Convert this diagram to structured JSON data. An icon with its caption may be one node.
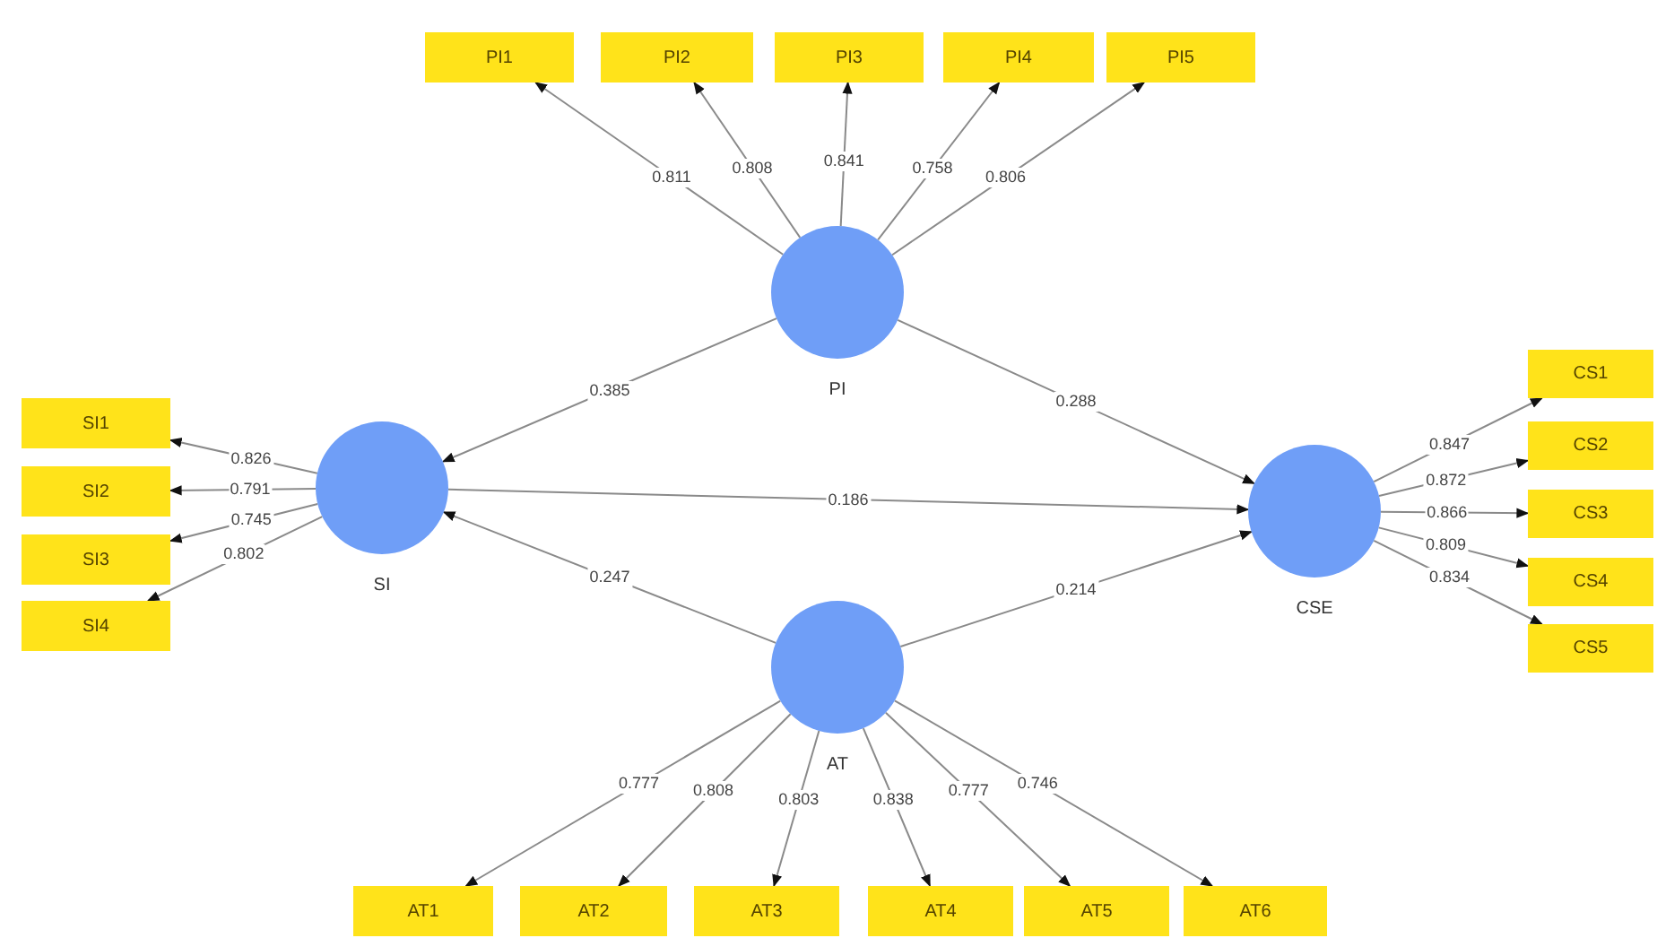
{
  "diagram": {
    "nodes": [
      {
        "text": [
          "PI1"
        ]
      },
      {
        "text": [
          "PI2"
        ]
      },
      {
        "text": [
          "PI3"
        ]
      },
      {
        "text": [
          "PI4"
        ]
      },
      {
        "text": [
          "PI5"
        ]
      },
      {
        "text": [],
        "shape": "circle",
        "beside": [
          "PI"
        ]
      },
      {
        "text": [
          "SI1"
        ]
      },
      {
        "text": [
          "SI2"
        ]
      },
      {
        "text": [
          "SI3"
        ]
      },
      {
        "text": [
          "SI4"
        ]
      },
      {
        "text": [],
        "shape": "circle",
        "beside": [
          "SI"
        ]
      },
      {
        "text": [],
        "shape": "circle",
        "beside": [
          "CSE"
        ]
      },
      {
        "text": [
          "CS1"
        ]
      },
      {
        "text": [
          "CS2"
        ]
      },
      {
        "text": [
          "CS3"
        ]
      },
      {
        "text": [
          "CS4"
        ]
      },
      {
        "text": [
          "CS5"
        ]
      },
      {
        "text": [],
        "shape": "circle",
        "beside": [
          "AT"
        ]
      },
      {
        "text": [
          "AT1"
        ]
      },
      {
        "text": [
          "AT2"
        ]
      },
      {
        "text": [
          "AT3"
        ]
      },
      {
        "text": [
          "AT4"
        ]
      },
      {
        "text": [
          "AT5"
        ]
      },
      {
        "text": [
          "AT6"
        ]
      }
    ],
    "edges": [
      {
        "from": 5,
        "to": 0,
        "arrow": "to",
        "label": "0.811"
      },
      {
        "from": 5,
        "to": 1,
        "arrow": "to",
        "label": "0.808"
      },
      {
        "from": 5,
        "to": 2,
        "arrow": "to",
        "label": "0.841"
      },
      {
        "from": 5,
        "to": 3,
        "arrow": "to",
        "label": "0.758"
      },
      {
        "from": 5,
        "to": 4,
        "arrow": "to",
        "label": "0.806"
      },
      {
        "from": 10,
        "to": 6,
        "arrow": "to",
        "label": "0.826"
      },
      {
        "from": 10,
        "to": 7,
        "arrow": "to",
        "label": "0.791"
      },
      {
        "from": 10,
        "to": 8,
        "arrow": "to",
        "label": "0.745"
      },
      {
        "from": 10,
        "to": 9,
        "arrow": "to",
        "label": "0.802"
      },
      {
        "from": 5,
        "to": 10,
        "arrow": "to",
        "label": "0.385"
      },
      {
        "from": 5,
        "to": 11,
        "arrow": "to",
        "label": "0.288"
      },
      {
        "from": 10,
        "to": 11,
        "arrow": "to",
        "label": "0.186"
      },
      {
        "from": 17,
        "to": 10,
        "arrow": "to",
        "label": "0.247"
      },
      {
        "from": 17,
        "to": 11,
        "arrow": "to",
        "label": "0.214"
      },
      {
        "from": 11,
        "to": 12,
        "arrow": "to",
        "label": "0.847"
      },
      {
        "from": 11,
        "to": 13,
        "arrow": "to",
        "label": "0.872"
      },
      {
        "from": 11,
        "to": 14,
        "arrow": "to",
        "label": "0.866"
      },
      {
        "from": 11,
        "to": 15,
        "arrow": "to",
        "label": "0.809"
      },
      {
        "from": 11,
        "to": 16,
        "arrow": "to",
        "label": "0.834"
      },
      {
        "from": 17,
        "to": 18,
        "arrow": "to",
        "label": "0.777"
      },
      {
        "from": 17,
        "to": 19,
        "arrow": "to",
        "label": "0.808"
      },
      {
        "from": 17,
        "to": 20,
        "arrow": "to",
        "label": "0.803"
      },
      {
        "from": 17,
        "to": 21,
        "arrow": "to",
        "label": "0.838"
      },
      {
        "from": 17,
        "to": 22,
        "arrow": "to",
        "label": "0.777"
      },
      {
        "from": 17,
        "to": 23,
        "arrow": "to",
        "label": "0.746"
      }
    ]
  }
}
